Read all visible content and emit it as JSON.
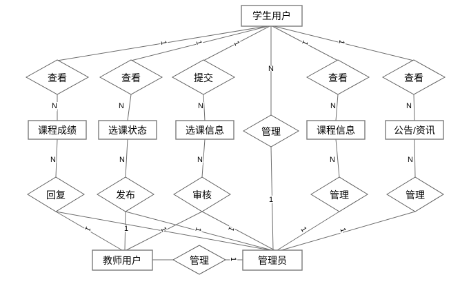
{
  "entities": [
    {
      "id": "student-user",
      "label": "学生用户"
    },
    {
      "id": "course-grade",
      "label": "课程成绩"
    },
    {
      "id": "selection-status",
      "label": "选课状态"
    },
    {
      "id": "selection-info",
      "label": "选课信息"
    },
    {
      "id": "course-info",
      "label": "课程信息"
    },
    {
      "id": "announcement",
      "label": "公告/资讯"
    },
    {
      "id": "teacher-user",
      "label": "教师用户"
    },
    {
      "id": "admin",
      "label": "管理员"
    }
  ],
  "relations": [
    {
      "id": "view-grade",
      "label": "查看"
    },
    {
      "id": "view-status",
      "label": "查看"
    },
    {
      "id": "submit",
      "label": "提交"
    },
    {
      "id": "view-course",
      "label": "查看"
    },
    {
      "id": "view-news",
      "label": "查看"
    },
    {
      "id": "manage-student",
      "label": "管理"
    },
    {
      "id": "reply",
      "label": "回复"
    },
    {
      "id": "publish",
      "label": "发布"
    },
    {
      "id": "review",
      "label": "审核"
    },
    {
      "id": "manage-course",
      "label": "管理"
    },
    {
      "id": "manage-news",
      "label": "管理"
    },
    {
      "id": "manage-teacher",
      "label": "管理"
    }
  ],
  "edge_labels": [
    {
      "text": "1"
    },
    {
      "text": "1"
    },
    {
      "text": "1"
    },
    {
      "text": "1"
    },
    {
      "text": "1"
    },
    {
      "text": "N"
    },
    {
      "text": "N"
    },
    {
      "text": "N"
    },
    {
      "text": "N"
    },
    {
      "text": "N"
    },
    {
      "text": "N"
    },
    {
      "text": "N"
    },
    {
      "text": "N"
    },
    {
      "text": "N"
    },
    {
      "text": "N"
    },
    {
      "text": "N"
    },
    {
      "text": "1"
    },
    {
      "text": "1"
    },
    {
      "text": "1"
    },
    {
      "text": "1"
    },
    {
      "text": "1"
    },
    {
      "text": "1"
    },
    {
      "text": "1"
    },
    {
      "text": "1"
    },
    {
      "text": "1"
    }
  ],
  "colors": {
    "background": "#ffffff",
    "line": "#6b6b6b",
    "box_border": "#7a7a7a",
    "diamond_border": "#606060",
    "text": "#000000"
  }
}
